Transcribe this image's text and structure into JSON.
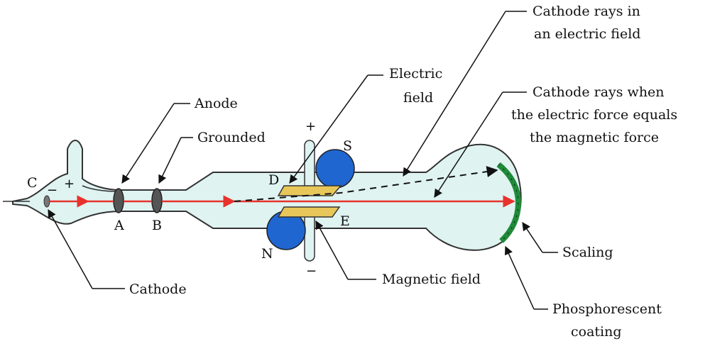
{
  "colors": {
    "tube_fill": "#dff3f1",
    "tube_stroke": "#333333",
    "beam": "#e8322c",
    "plate": "#e8c75a",
    "magnet": "#1f66d1",
    "coating": "#1f8a3a",
    "electrode": "#555555"
  },
  "icons": {
    "arrowheads": "arrow-icon"
  },
  "labels": {
    "cathode_letter": "C",
    "cathode_sign": "−",
    "anode_sign": "+",
    "electrode_a": "A",
    "electrode_b": "B",
    "plate_d": "D",
    "plate_e": "E",
    "pole_s": "S",
    "pole_n": "N",
    "plate_top_sign": "+",
    "plate_bottom_sign": "−"
  },
  "callouts": {
    "anode": "Anode",
    "grounded": "Grounded",
    "cathode": "Cathode",
    "electric_field_1": "Electric",
    "electric_field_2": "field",
    "magnetic_field": "Magnetic field",
    "rays_electric_1": "Cathode rays in",
    "rays_electric_2": "an electric field",
    "rays_equal_1": "Cathode rays when",
    "rays_equal_2": "the electric force equals",
    "rays_equal_3": "the magnetic force",
    "scaling": "Scaling",
    "coating_1": "Phosphorescent",
    "coating_2": "coating"
  }
}
